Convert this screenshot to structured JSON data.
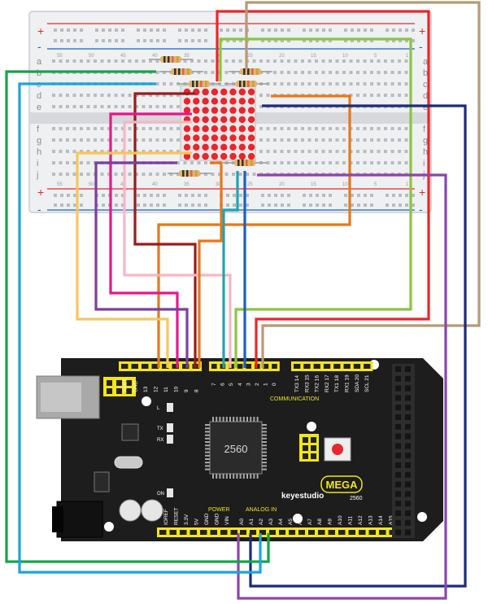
{
  "breadboard": {
    "rail_plus": "+",
    "rail_minus": "-",
    "row_letters_top": [
      "a",
      "b",
      "c",
      "d",
      "e"
    ],
    "row_letters_bottom": [
      "f",
      "g",
      "h",
      "i",
      "j"
    ],
    "column_numbers": [
      "55",
      "50",
      "45",
      "40",
      "35",
      "30",
      "25",
      "20",
      "15",
      "10",
      "5",
      "1"
    ]
  },
  "board": {
    "brand": "keyestudio",
    "model": "MEGA",
    "model_number": "2560",
    "chip_label": "2560",
    "section_communication": "COMMUNICATION",
    "section_power": "POWER",
    "section_analog": "ANALOG IN",
    "top_header_left": [
      "AREF",
      "GND",
      "13",
      "12",
      "11",
      "10",
      "9",
      "8"
    ],
    "top_header_pwm": [
      "7",
      "6",
      "5",
      "4",
      "3",
      "2",
      "1",
      "0"
    ],
    "top_header_comm": [
      "TX3 14",
      "RX3 15",
      "TX2 16",
      "RX2 17",
      "TX1 18",
      "RX1 19",
      "SDA 20",
      "SCL 21"
    ],
    "power_pins": [
      "IOREF",
      "RESET",
      "3.3V",
      "5V",
      "GND",
      "GND",
      "VIN"
    ],
    "analog_pins": [
      "A0",
      "A1",
      "A2",
      "A3",
      "A4",
      "A5",
      "A6",
      "A7",
      "A8",
      "A9",
      "A10",
      "A11",
      "A12",
      "A13",
      "A14",
      "A15"
    ],
    "leds": [
      "L",
      "TX",
      "RX",
      "ON"
    ]
  },
  "colors": {
    "red": "#e8262d",
    "tan": "#b59a74",
    "green": "#8cc43f",
    "orange": "#e67817",
    "navy": "#1e2a78",
    "purple": "#8e44ad",
    "darkred": "#9b1b1b",
    "pink": "#f7b6c2",
    "magenta": "#e6198a",
    "yellow": "#f6c75a",
    "violet": "#7b3fa0",
    "teal": "#1fa3b5",
    "blue": "#1b5fbf",
    "dkgreen": "#16a34a",
    "cyan": "#1aa3e0",
    "board": "#1d1d1d",
    "header": "#f2e51a"
  }
}
